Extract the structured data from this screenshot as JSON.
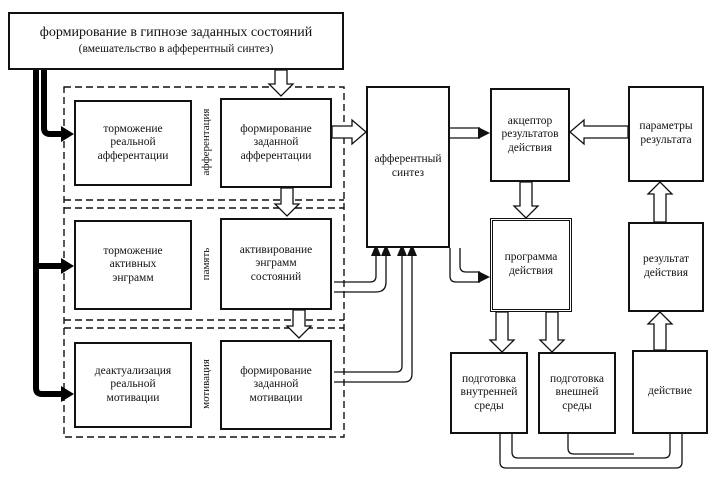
{
  "top": {
    "title": "формирование в гипнозе заданных состояний",
    "subtitle": "(вмешательство в афферентный синтез)"
  },
  "left": {
    "row1": [
      "торможение",
      "реальной",
      "афферентации"
    ],
    "row2": [
      "торможение",
      "активных",
      "энграмм"
    ],
    "row3": [
      "деактуализация",
      "реальной",
      "мотивации"
    ]
  },
  "middle": {
    "row1": [
      "формирование",
      "заданной",
      "афферентации"
    ],
    "row2": [
      "активирование",
      "энграмм",
      "состояний"
    ],
    "row3": [
      "формирование",
      "заданной",
      "мотивации"
    ]
  },
  "side_labels": {
    "afferentation": "афферентация",
    "memory": "память",
    "motivation": "мотивация"
  },
  "synthesis": [
    "афферентный",
    "синтез"
  ],
  "acceptor": [
    "акцептор",
    "результатов",
    "действия"
  ],
  "result_params": [
    "параметры",
    "результата"
  ],
  "program": [
    "программа",
    "действия"
  ],
  "action_result": [
    "результат",
    "действия"
  ],
  "prep_internal": [
    "подготовка",
    "внутренней",
    "среды"
  ],
  "prep_external": [
    "подготовка",
    "внешней",
    "среды"
  ],
  "action": [
    "действие"
  ]
}
